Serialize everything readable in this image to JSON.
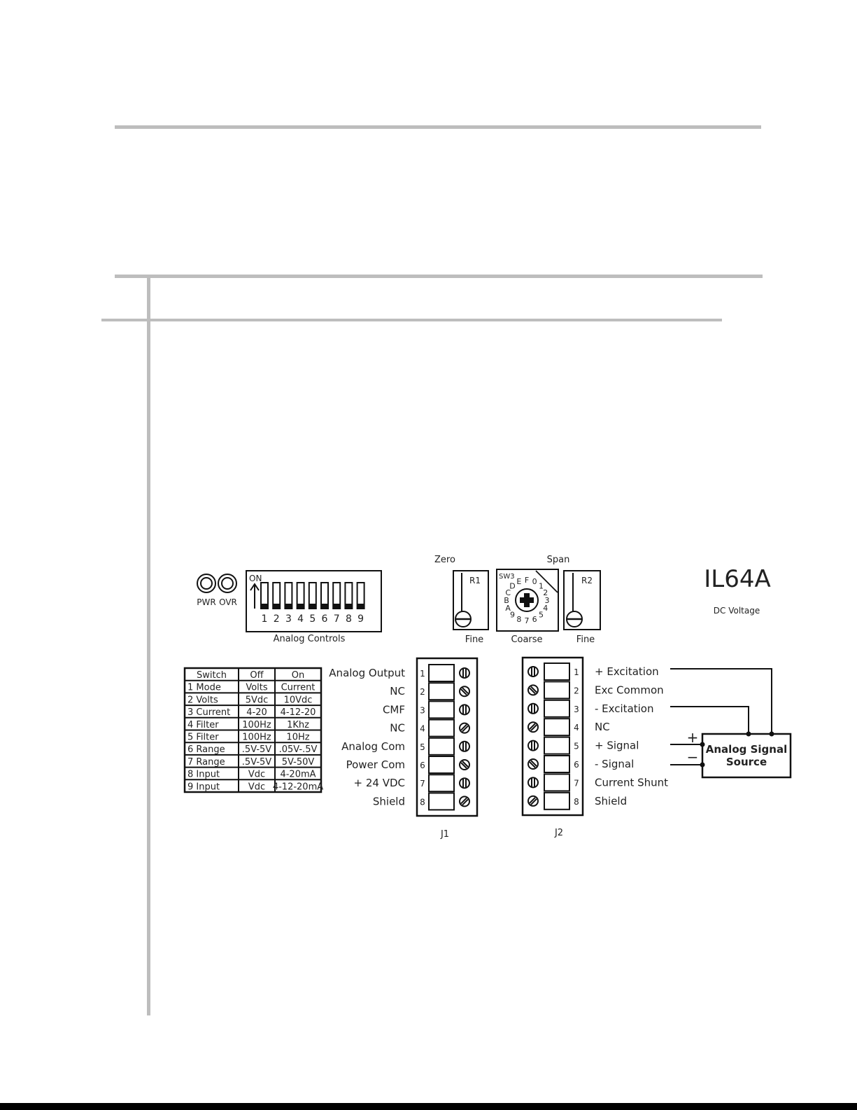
{
  "indicators": {
    "pwr": "PWR",
    "ovr": "OVR"
  },
  "dip": {
    "on_label": "ON",
    "numbers": [
      "1",
      "2",
      "3",
      "4",
      "5",
      "6",
      "7",
      "8",
      "9"
    ],
    "caption": "Analog Controls"
  },
  "pots": {
    "zero": "Zero",
    "span": "Span",
    "r1": "R1",
    "r2": "R2",
    "fine": "Fine",
    "coarse": "Coarse",
    "sw3": "SW3",
    "dial_chars": [
      "F",
      "0",
      "1",
      "2",
      "3",
      "4",
      "5",
      "6",
      "7",
      "8",
      "9",
      "A",
      "B",
      "C",
      "D",
      "E"
    ]
  },
  "model": {
    "name": "IL64A",
    "subtitle": "DC Voltage"
  },
  "switch_table": {
    "headers": [
      "Switch",
      "Off",
      "On"
    ],
    "rows": [
      [
        "1  Mode",
        "Volts",
        "Current"
      ],
      [
        "2  Volts",
        "5Vdc",
        "10Vdc"
      ],
      [
        "3  Current",
        "4-20",
        "4-12-20"
      ],
      [
        "4  Filter",
        "100Hz",
        "1Khz"
      ],
      [
        "5  Filter",
        "100Hz",
        "10Hz"
      ],
      [
        "6  Range",
        ".5V-5V",
        ".05V-.5V"
      ],
      [
        "7  Range",
        ".5V-5V",
        "5V-50V"
      ],
      [
        "8  Input",
        "Vdc",
        "4-20mA"
      ],
      [
        "9  Input",
        "Vdc",
        "4-12-20mA"
      ]
    ]
  },
  "j1": {
    "name": "J1",
    "labels": [
      "Analog Output",
      "NC",
      "CMF",
      "NC",
      "Analog Com",
      "Power Com",
      "+ 24 VDC",
      "Shield"
    ],
    "pins": [
      "1",
      "2",
      "3",
      "4",
      "5",
      "6",
      "7",
      "8"
    ]
  },
  "j2": {
    "name": "J2",
    "labels": [
      "+ Excitation",
      "Exc Common",
      "- Excitation",
      "NC",
      "+ Signal",
      "- Signal",
      "Current Shunt",
      "Shield"
    ],
    "pins": [
      "1",
      "2",
      "3",
      "4",
      "5",
      "6",
      "7",
      "8"
    ]
  },
  "source": {
    "line1": "Analog Signal",
    "line2": "Source",
    "plus": "+",
    "minus": "−"
  },
  "colors": {
    "rule": "#bdbdbd",
    "ink": "#111111"
  }
}
